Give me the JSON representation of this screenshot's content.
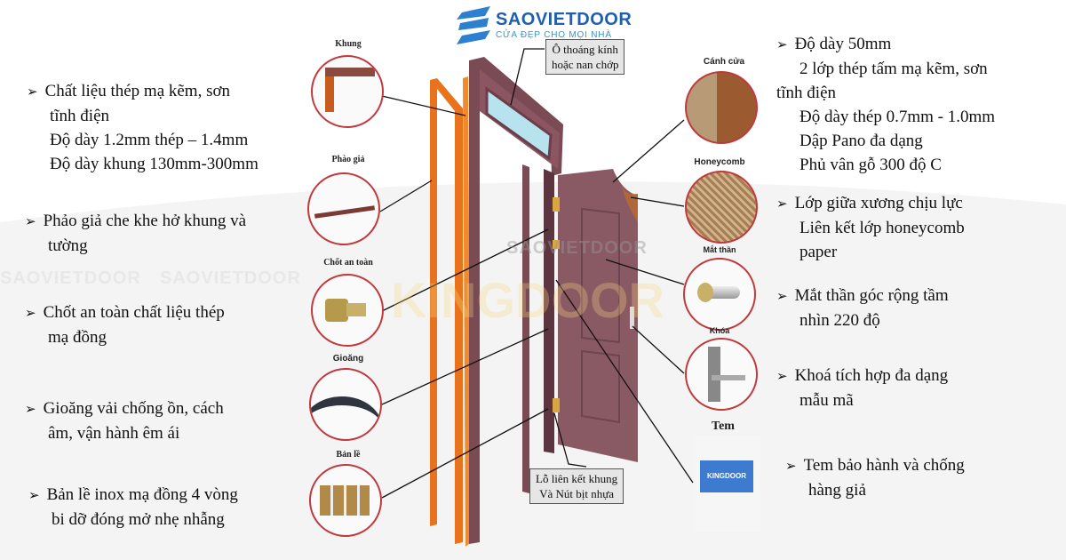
{
  "logo": {
    "brand": "SAOVIETDOOR",
    "slogan": "CỬA ĐẸP CHO MỌI NHÀ"
  },
  "watermarks": [
    "SAOVIETDOOR",
    "SAOVIETDOOR",
    "SAOVIETDOOR",
    "KINGDOOR"
  ],
  "callouts": {
    "transom": [
      "Ô thoáng kính",
      "hoặc nan chớp"
    ],
    "holes": [
      "Lỗ liên kết khung",
      "Và Nút bịt nhựa"
    ]
  },
  "left_components": [
    {
      "label": "Khung",
      "lines": [
        "Chất liệu thép mạ kẽm, sơn",
        "tĩnh điện",
        "Độ dày 1.2mm thép – 1.4mm",
        "Độ dày khung 130mm-300mm"
      ]
    },
    {
      "label": "Phào giả",
      "lines": [
        "Phảo giả che khe hở khung và",
        "tường"
      ]
    },
    {
      "label": "Chốt an toàn",
      "lines": [
        "Chốt an toàn chất liệu thép",
        "mạ đồng"
      ]
    },
    {
      "label": "Gioăng",
      "lines": [
        "Gioăng vải chống ồn, cách",
        "âm, vận hành êm ái"
      ]
    },
    {
      "label": "Bản lề",
      "lines": [
        "Bản lề inox mạ đồng 4 vòng",
        "bi dỡ đóng mở nhẹ nhẫng"
      ]
    }
  ],
  "right_components": [
    {
      "label": "Cánh cửa",
      "lines": [
        "Độ dày 50mm",
        "2 lớp thép tấm mạ kẽm, sơn",
        "tĩnh điện",
        "Độ dày thép 0.7mm - 1.0mm",
        "Dập Pano đa dạng",
        "Phủ vân gỗ 300 độ C"
      ]
    },
    {
      "label": "Honeycomb",
      "lines": [
        "Lớp giữa xương chịu lực",
        "Liên kết lớp honeycomb",
        "paper"
      ]
    },
    {
      "label": "Mắt thần",
      "lines": [
        "Mắt thần góc rộng tầm",
        "nhìn 220 độ"
      ]
    },
    {
      "label": "Khóa",
      "lines": [
        "Khoá tích hợp đa dạng",
        "mẫu mã"
      ]
    },
    {
      "label": "Tem",
      "lines": [
        "Tem bảo hành và chống",
        "hàng giả"
      ]
    }
  ],
  "tem_badge": "KINGDOOR",
  "bullet": "➢"
}
